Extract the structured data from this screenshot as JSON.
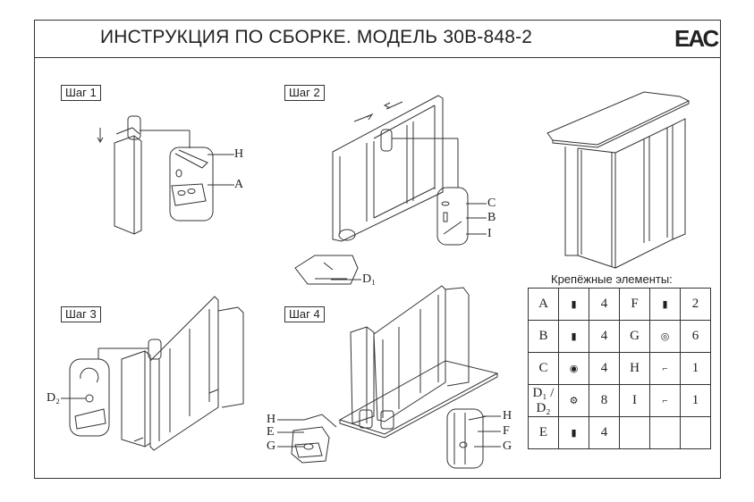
{
  "header": {
    "title": "ИНСТРУКЦИЯ ПО СБОРКЕ. МОДЕЛЬ 30В-848-2",
    "cert_mark": "ЕАС"
  },
  "steps": [
    {
      "label": "Шаг 1",
      "callouts": [
        "H",
        "A"
      ]
    },
    {
      "label": "Шаг 2",
      "callouts": [
        "C",
        "B",
        "I",
        "D₁"
      ]
    },
    {
      "label": "Шаг 3",
      "callouts": [
        "D₂"
      ]
    },
    {
      "label": "Шаг 4",
      "callouts": [
        "H",
        "E",
        "G",
        "H",
        "F",
        "G"
      ]
    }
  ],
  "parts_table": {
    "title": "Крепёжные элементы:",
    "rows": [
      [
        {
          "code": "A",
          "icon": "bolt-icon",
          "qty": "4"
        },
        {
          "code": "F",
          "icon": "long-bolt-icon",
          "qty": "2"
        }
      ],
      [
        {
          "code": "B",
          "icon": "bolt-icon",
          "qty": "4"
        },
        {
          "code": "G",
          "icon": "washer-icon",
          "qty": "6"
        }
      ],
      [
        {
          "code": "C",
          "icon": "washer-small-icon",
          "qty": "4"
        },
        {
          "code": "H",
          "icon": "hex-key-icon",
          "qty": "1"
        }
      ],
      [
        {
          "code": "D₁ / D₂",
          "icon": "cam-dowel-icon",
          "qty": "8"
        },
        {
          "code": "I",
          "icon": "hex-key-icon",
          "qty": "1"
        }
      ],
      [
        {
          "code": "E",
          "icon": "bolt-icon",
          "qty": "4"
        },
        {
          "code": "",
          "icon": "",
          "qty": ""
        }
      ]
    ]
  }
}
